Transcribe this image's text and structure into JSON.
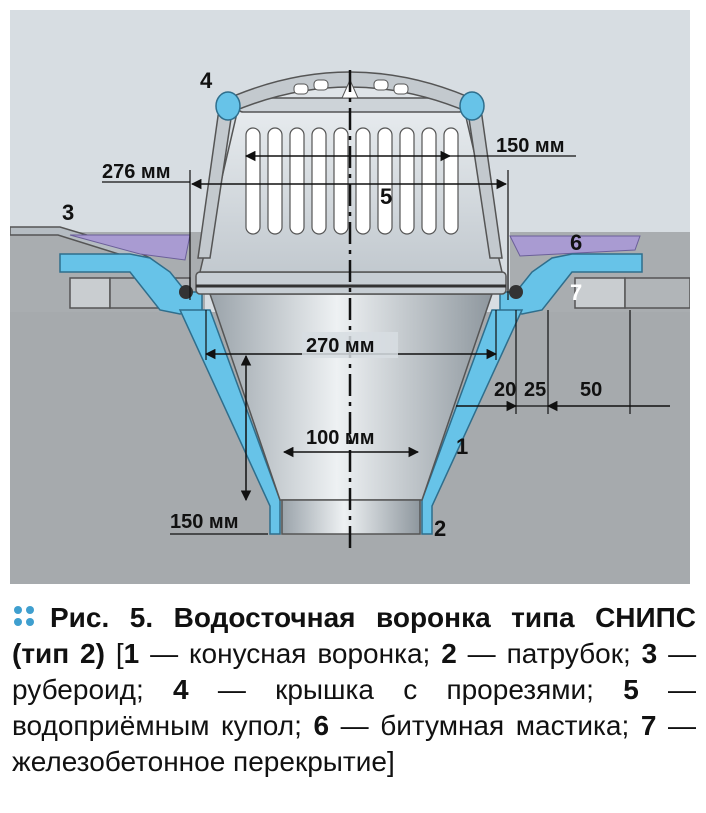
{
  "dimensions": {
    "top_rim": "150 мм",
    "cap_width": "276 мм",
    "funnel_width": "270 мм",
    "pipe_width": "100 мм",
    "pipe_height": "150 мм",
    "offset_a": "20",
    "offset_b": "25",
    "offset_c": "50"
  },
  "callouts": [
    "1",
    "2",
    "3",
    "4",
    "5",
    "6",
    "7"
  ],
  "caption": {
    "fig_label": "Рис. 5.",
    "title": "Водосточная воронка типа СНИПС (тип 2)",
    "open_bracket": "[",
    "close_bracket": "]",
    "sep": "—",
    "items": [
      {
        "num": "1",
        "text": "конусная воронка;"
      },
      {
        "num": "2",
        "text": "патрубок;"
      },
      {
        "num": "3",
        "text": "рубероид;"
      },
      {
        "num": "4",
        "text": "крышка с прорезями;"
      },
      {
        "num": "5",
        "text": "водоприёмным купол;"
      },
      {
        "num": "6",
        "text": "битумная мастика;"
      },
      {
        "num": "7",
        "text": "железобетонное перекрытие"
      }
    ]
  },
  "colors": {
    "background": "#d7dde2",
    "concrete": "#a6aaad",
    "funnel_blue": "#67c3e8",
    "metal": "#b9c0c6",
    "mastic": "#a99bd2",
    "marker": "#3f9fcf"
  }
}
